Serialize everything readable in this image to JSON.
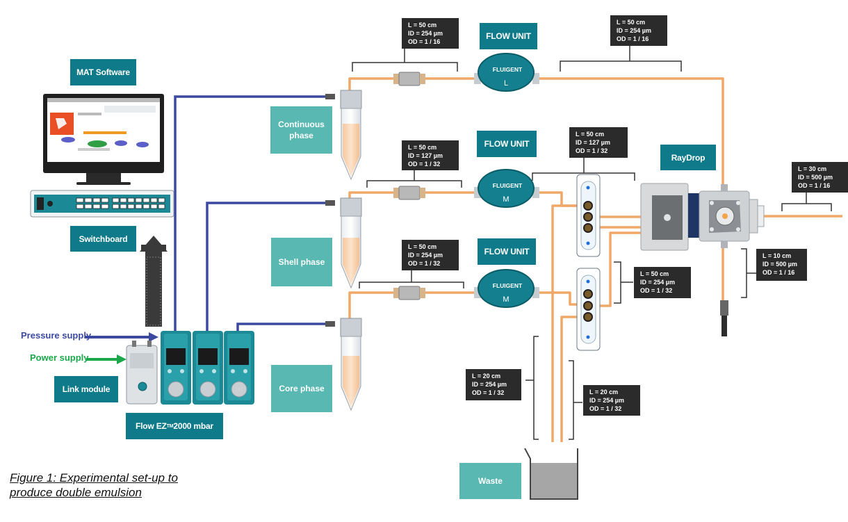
{
  "labels": {
    "mat_software": "MAT Software",
    "switchboard": "Switchboard",
    "link_module": "Link module",
    "flow_ez": "Flow EZ",
    "flow_ez_tm": "TM",
    "flow_ez_suffix": " 2000 mbar",
    "flow_unit_top": "FLOW UNIT",
    "flow_unit_mid": "FLOW UNIT",
    "flow_unit_bot": "FLOW UNIT",
    "raydrop": "RayDrop",
    "waste": "Waste",
    "continuous_phase_1": "Continuous",
    "continuous_phase_2": "phase",
    "shell_phase": "Shell phase",
    "core_phase": "Core phase",
    "pressure_supply": "Pressure supply",
    "power_supply": "Power supply",
    "flow_unit_top_letter": "L",
    "flow_unit_mid_letter": "M",
    "flow_unit_bot_letter": "M",
    "fluigent_brand": "FLUIGENT"
  },
  "tubing_specs": [
    {
      "L": "L = 50 cm",
      "ID": "ID = 254 µm",
      "OD": "OD = 1 / 16"
    },
    {
      "L": "L = 50 cm",
      "ID": "ID = 254 µm",
      "OD": "OD = 1 / 16"
    },
    {
      "L": "L = 50 cm",
      "ID": "ID = 127 µm",
      "OD": "OD = 1 / 32"
    },
    {
      "L": "L = 50 cm",
      "ID": "ID = 127 µm",
      "OD": "OD = 1 / 32"
    },
    {
      "L": "L = 30 cm",
      "ID": "ID = 500 µm",
      "OD": "OD = 1 / 16"
    },
    {
      "L": "L = 50 cm",
      "ID": "ID = 254 µm",
      "OD": "OD = 1 / 32"
    },
    {
      "L": "L = 50 cm",
      "ID": "ID = 254 µm",
      "OD": "OD = 1 / 32"
    },
    {
      "L": "L = 10 cm",
      "ID": "ID = 500 µm",
      "OD": "OD = 1 / 16"
    },
    {
      "L": "L = 20 cm",
      "ID": "ID = 254 µm",
      "OD": "OD = 1 / 32"
    },
    {
      "L": "L = 20 cm",
      "ID": "ID = 254 µm",
      "OD": "OD = 1 / 32"
    }
  ],
  "caption": {
    "line1": "Figure 1: Experimental set-up to",
    "line2": "produce double emulsion"
  },
  "colors": {
    "teal_box": "#0f7b8a",
    "light_teal_box": "#59b8b2",
    "spec_box": "#2b2b2b",
    "pressure_tube": "#3b4aa0",
    "fluid_tube": "#f0a868",
    "pressure_arrow": "#3b4aa0",
    "power_arrow": "#1aa84a",
    "device_teal": "#1b8a96"
  }
}
